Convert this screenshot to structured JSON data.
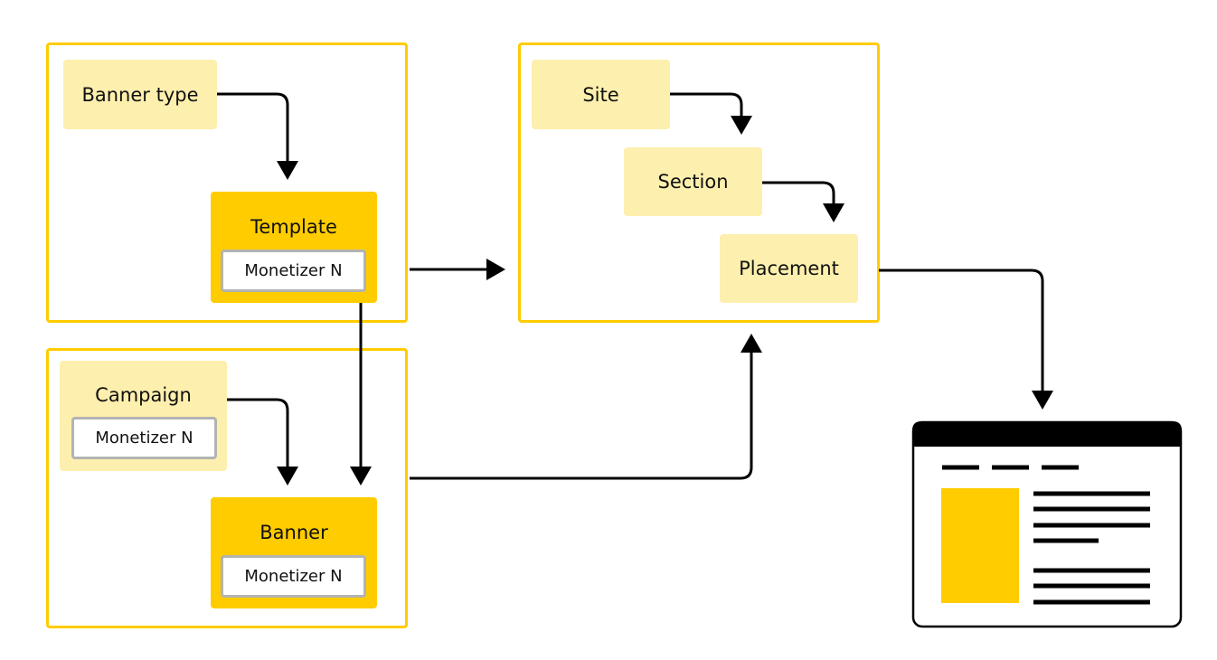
{
  "nodes": {
    "banner_type": "Banner type",
    "template": "Template",
    "template_monetizer": "Monetizer N",
    "campaign": "Campaign",
    "campaign_monetizer": "Monetizer N",
    "banner": "Banner",
    "banner_monetizer": "Monetizer N",
    "site": "Site",
    "section": "Section",
    "placement": "Placement"
  },
  "colors": {
    "accent": "#ffcc00",
    "pale": "#fdefad",
    "monetizer_border": "#b3b3b3"
  },
  "icons": {
    "page": "web-page-icon"
  }
}
